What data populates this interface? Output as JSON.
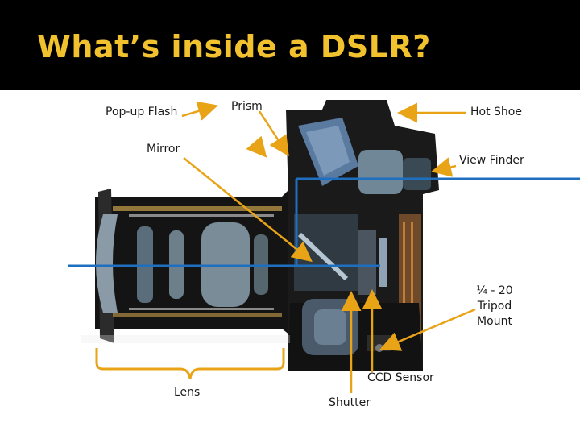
{
  "slide": {
    "title": "What’s inside a DSLR?",
    "accent_color": "#f2c12e",
    "arrow_color": "#e8a317",
    "axis_color": "#1f6fc0"
  },
  "labels": {
    "popup_flash": "Pop-up Flash",
    "prism": "Prism",
    "hot_shoe": "Hot Shoe",
    "mirror": "Mirror",
    "view_finder": "View Finder",
    "tripod_line1": "¼ - 20",
    "tripod_line2": "Tripod",
    "tripod_line3": "Mount",
    "ccd_sensor": "CCD Sensor",
    "lens": "Lens",
    "shutter": "Shutter"
  }
}
